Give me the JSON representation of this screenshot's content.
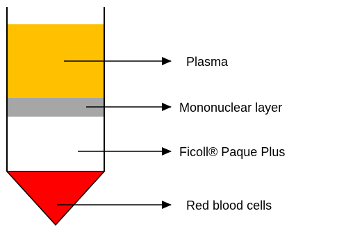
{
  "diagram": {
    "labels": {
      "plasma": "Plasma",
      "mononuclear": "Mononuclear layer",
      "ficoll": "Ficoll® Paque Plus",
      "rbc": "Red blood cells"
    },
    "colors": {
      "plasma": "#FFC000",
      "mononuclear": "#A6A6A6",
      "ficoll": "#FFFFFF",
      "rbc": "#FF0000",
      "outline": "#000000"
    }
  }
}
